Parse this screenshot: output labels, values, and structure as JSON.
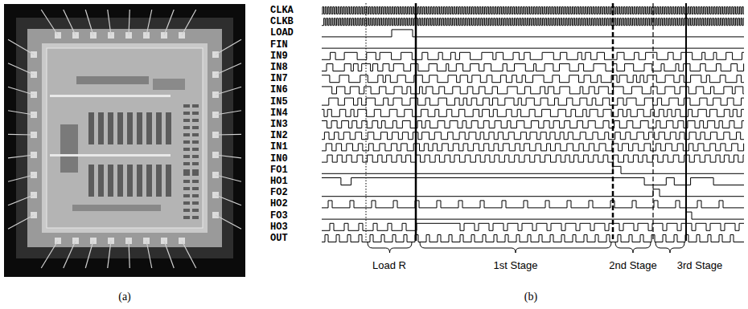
{
  "diagram": {
    "labels": [
      "(a)",
      "CLKA",
      "CLKB",
      "LOAD",
      "FIN",
      "IN9",
      "IN8",
      "IN7",
      "IN6",
      "IN5",
      "IN4",
      "IN3",
      "IN2",
      "IN1",
      "IN0",
      "FO1",
      "HO1",
      "FO2",
      "HO2",
      "FO3",
      "HO3",
      "OUT",
      "Load R",
      "1st Stage",
      "2nd Stage",
      "3rd Stage",
      "(b)"
    ]
  }
}
